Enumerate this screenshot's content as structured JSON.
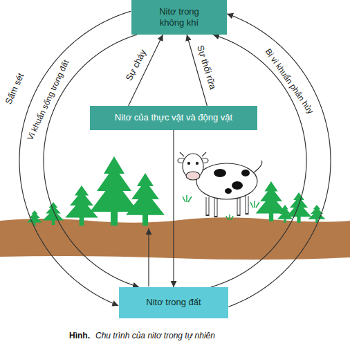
{
  "diagram": {
    "caption": "Chu trình của nitơ trong tự nhiên",
    "nodes": [
      {
        "text": [
          "Nitơ trong không khí"
        ]
      },
      {
        "text": [
          "Nitơ của thực vật và động vật"
        ]
      },
      {
        "text": [
          "Nitơ trong đất"
        ]
      }
    ],
    "edges": [
      {
        "from": 0,
        "to": 2,
        "label": "Sấm sét",
        "arrow": "to"
      },
      {
        "from": 0,
        "to": 2,
        "label": "Vi khuẩn sống trong đất",
        "arrow": "to"
      },
      {
        "from": 1,
        "to": 0,
        "label": "Sự cháy",
        "arrow": "to"
      },
      {
        "from": 1,
        "to": 0,
        "label": "Sự thối rữa",
        "arrow": "to"
      },
      {
        "from": 1,
        "to": 2,
        "arrow": "to"
      },
      {
        "from": 2,
        "to": 0,
        "label": "Bị vi khuẩn phân hủy",
        "arrow": "to"
      },
      {
        "from": 2,
        "to": 0,
        "arrow": "to"
      }
    ],
    "labels": [
      "Hình."
    ]
  }
}
